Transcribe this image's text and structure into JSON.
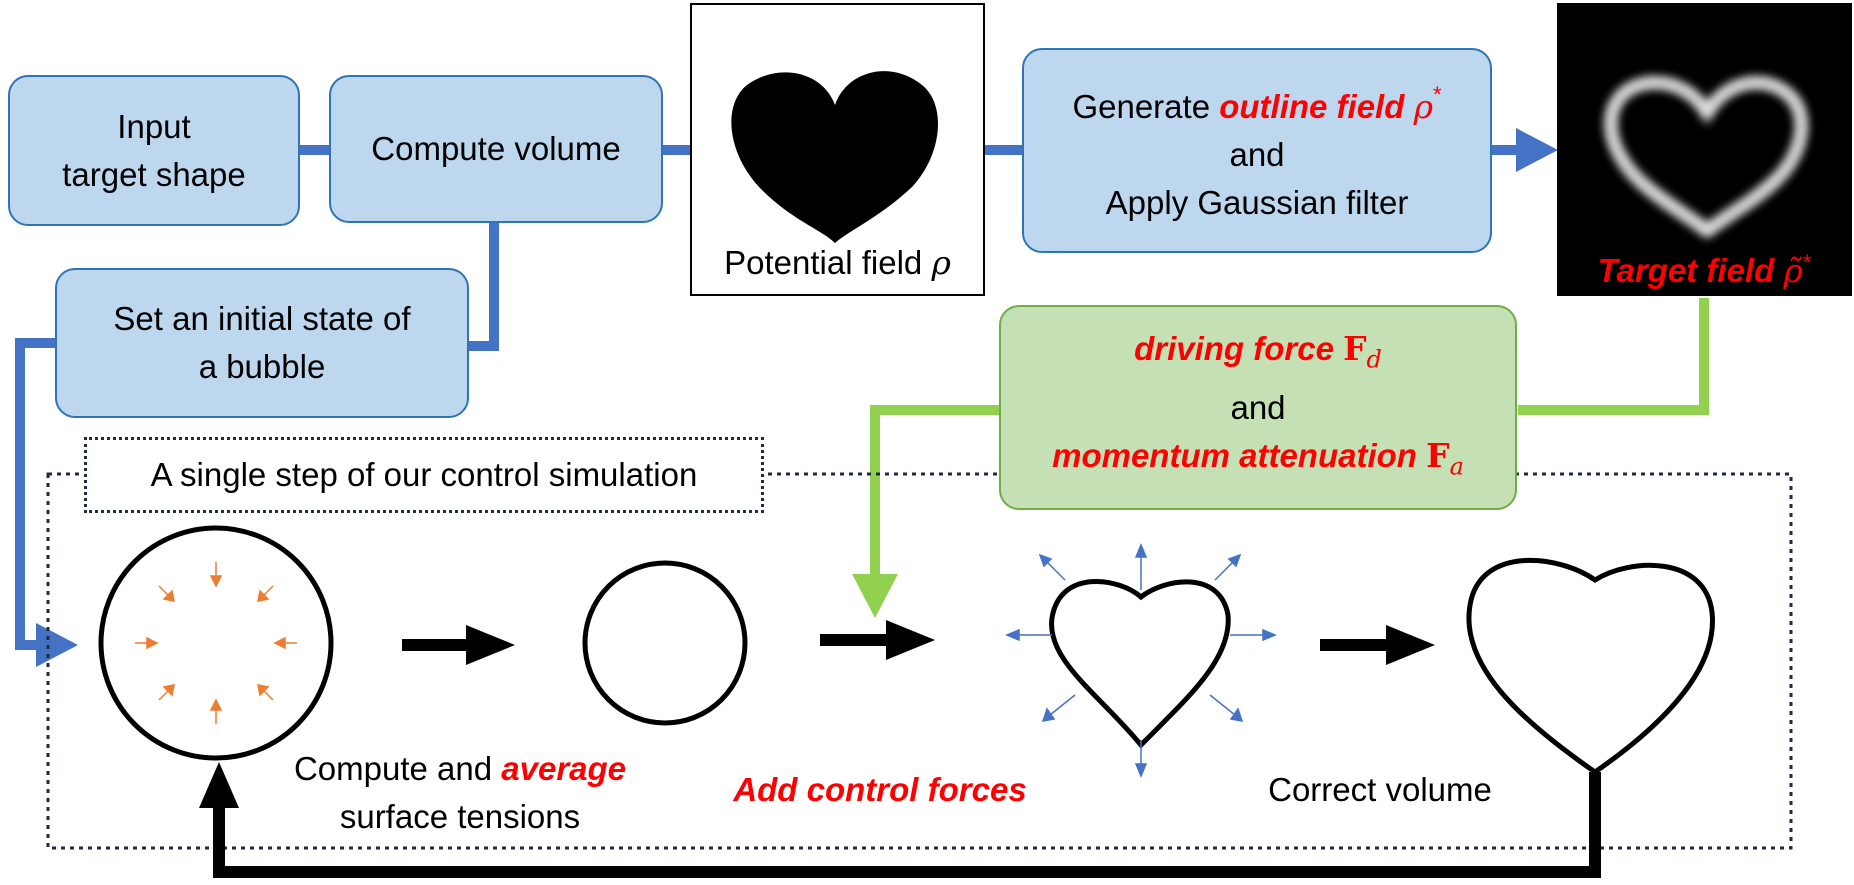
{
  "boxes": {
    "input": {
      "line1": "Input",
      "line2": "target shape"
    },
    "compute_volume": {
      "label": "Compute volume"
    },
    "initial_state": {
      "line1": "Set an initial state of",
      "line2": "a bubble"
    },
    "potential_field": {
      "label": "Potential field",
      "symbol": "ρ"
    },
    "generate": {
      "prefix": "Generate",
      "highlight": "outline field",
      "symbol": "ρ",
      "sup": "*",
      "line2": "and",
      "line3": "Apply Gaussian filter"
    },
    "target_field": {
      "label": "Target field",
      "symbol": "ρ̃",
      "sup": "*"
    },
    "forces": {
      "highlight1": "driving force",
      "sym1": "F",
      "sub1": "d",
      "line2": "and",
      "highlight2": "momentum attenuation",
      "sym2": "F",
      "sub2": "a"
    }
  },
  "simulation": {
    "title": "A single step of our control simulation",
    "step1_prefix": "Compute and",
    "step1_highlight": "average",
    "step1_line2": "surface tensions",
    "step2": "Add control forces",
    "step3": "Correct volume"
  },
  "colors": {
    "box_blue": "#bdd7ee",
    "box_blue_border": "#2e75b6",
    "arrow_blue": "#4472c4",
    "box_green": "#c5e0b4",
    "arrow_green": "#92d050",
    "highlight_red": "#ff0000",
    "tension_arrow": "#ed7d31",
    "force_arrow": "#4472c4"
  }
}
